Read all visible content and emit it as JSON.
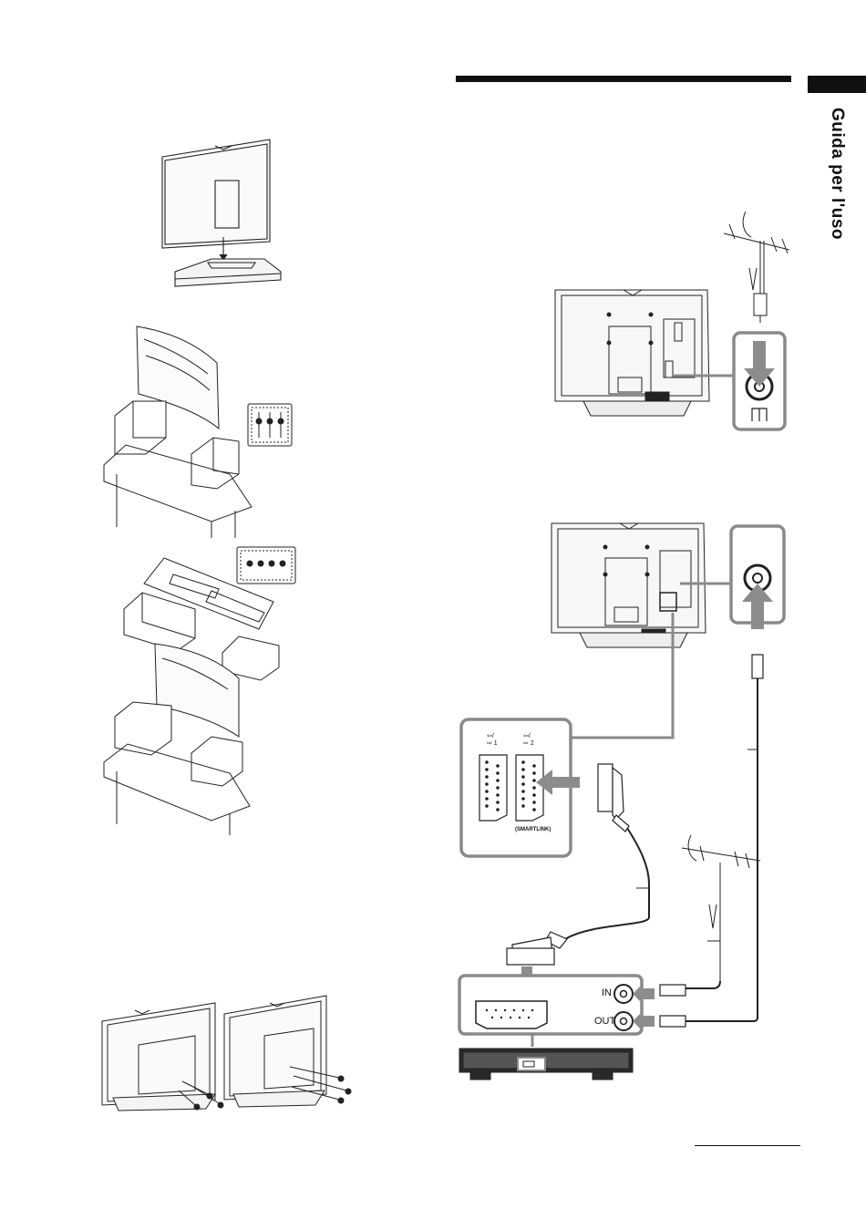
{
  "sidebar": {
    "section_label": "Guida per l'uso"
  },
  "antenna_panel": {
    "label": ""
  },
  "scart_panel": {
    "port1_label": "⇦/\n⇨ 1",
    "port2_label": "⇦/\n⇨ 2",
    "smartlink_label": "(SMARTLINK)"
  },
  "vcr_panel": {
    "in_label": "IN",
    "out_label": "OUT"
  },
  "colors": {
    "frame": "#8a8a8a",
    "line": "#111111",
    "arrow": "#8c8c8c"
  }
}
